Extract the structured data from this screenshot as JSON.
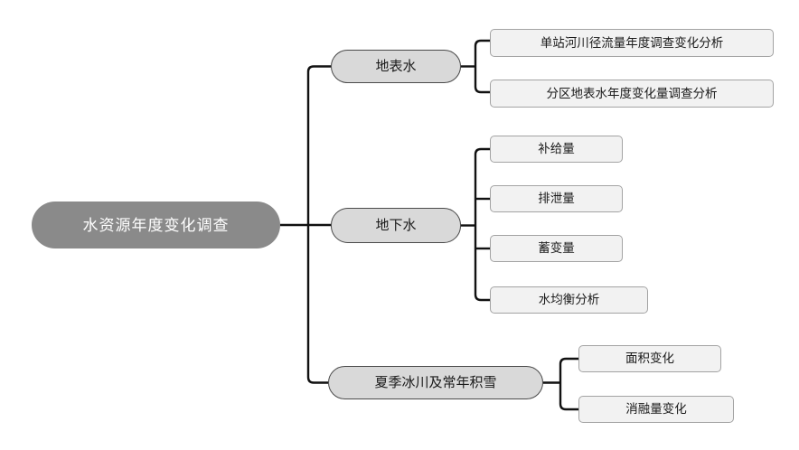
{
  "diagram": {
    "type": "mindmap-tree",
    "orientation": "left-to-right",
    "root": {
      "label": "水资源年度变化调查"
    },
    "branches": [
      {
        "label": "地表水",
        "children": [
          {
            "label": "单站河川径流量年度调查变化分析"
          },
          {
            "label": "分区地表水年度变化量调查分析"
          }
        ]
      },
      {
        "label": "地下水",
        "children": [
          {
            "label": "补给量"
          },
          {
            "label": "排泄量"
          },
          {
            "label": "蓄变量"
          },
          {
            "label": "水均衡分析"
          }
        ]
      },
      {
        "label": "夏季冰川及常年积雪",
        "children": [
          {
            "label": "面积变化"
          },
          {
            "label": "消融量变化"
          }
        ]
      }
    ],
    "colors": {
      "background": "#ffffff",
      "root_fill": "#8a8a8a",
      "root_text": "#ffffff",
      "branch_fill": "#d9d9d9",
      "branch_border": "#4a4a4a",
      "leaf_fill": "#f2f2f2",
      "leaf_border": "#a3a3a3",
      "connector": "#111111"
    }
  }
}
